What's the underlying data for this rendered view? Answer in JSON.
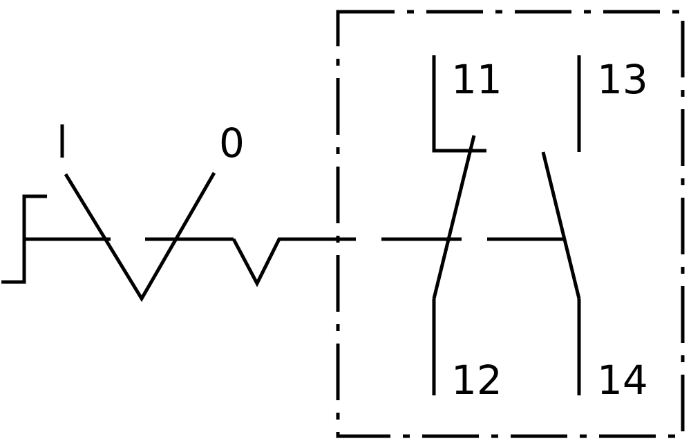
{
  "diagram": {
    "type": "switch-contact-symbol",
    "selector": {
      "position_on": "I",
      "position_off": "0"
    },
    "contacts": {
      "nc_top": "11",
      "nc_bottom": "12",
      "no_top": "13",
      "no_bottom": "14"
    }
  },
  "colors": {
    "line": "#000000",
    "background": "#ffffff"
  }
}
